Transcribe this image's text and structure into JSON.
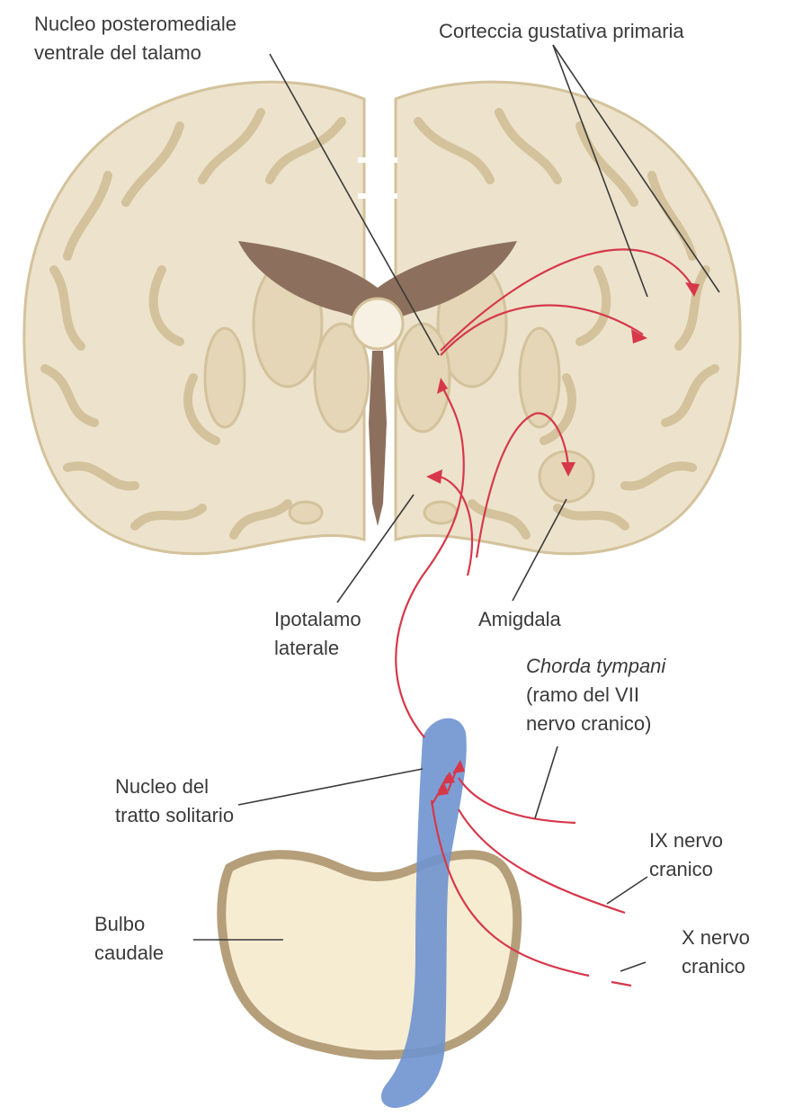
{
  "labels": {
    "vpm_line1": "Nucleo posteromediale",
    "vpm_line2": "ventrale del talamo",
    "cortex": "Corteccia gustativa primaria",
    "hypothalamus_line1": "Ipotalamo",
    "hypothalamus_line2": "laterale",
    "amygdala": "Amigdala",
    "chorda_line1": "Chorda tympani",
    "chorda_line2": "(ramo del VII",
    "chorda_line3": "nervo cranico)",
    "nts_line1": "Nucleo del",
    "nts_line2": "tratto solitario",
    "ix_line1": "IX nervo",
    "ix_line2": "cranico",
    "x_line1": "X nervo",
    "x_line2": "cranico",
    "bulb_line1": "Bulbo",
    "bulb_line2": "caudale"
  },
  "colors": {
    "brain_fill": "#ede3cc",
    "brain_edge": "#d3c29b",
    "ventricle": "#8c6f5c",
    "pathway": "#d6384a",
    "nucleus_blue": "#6f93cf",
    "medulla_fill": "#f6ecd2",
    "medulla_edge": "#b59e7a"
  }
}
